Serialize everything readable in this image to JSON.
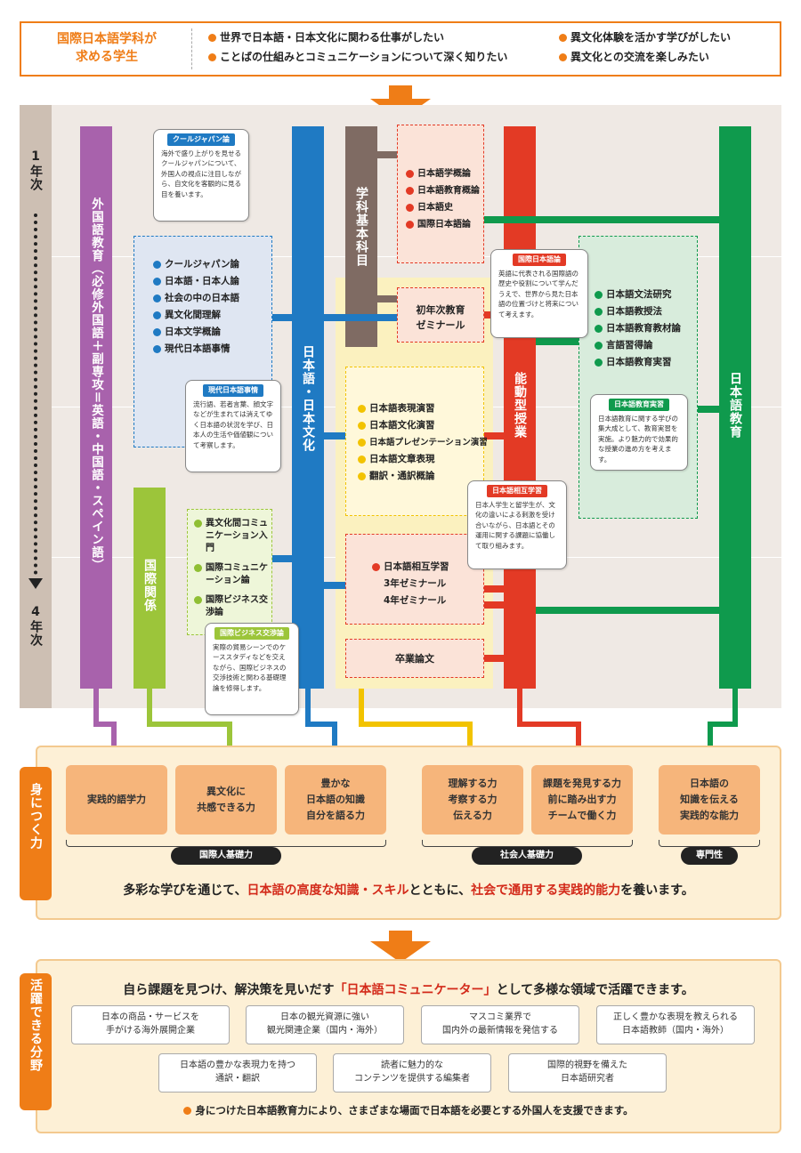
{
  "header": {
    "title": "国際日本語学科が\n求める学生",
    "items": [
      "世界で日本語・日本文化に関わる仕事がしたい",
      "異文化体験を活かす学びがしたい",
      "ことばの仕組みとコミュニケーションについて深く知りたい",
      "異文化との交流を楽しみたい"
    ]
  },
  "timeline": {
    "start": "1年次",
    "end": "4年次"
  },
  "columns": {
    "foreign_lang": "外国語教育（必修外国語＋副専攻＝英語・中国語・スペイン語）",
    "intl": "国際関係",
    "jp_culture": "日本語・日本文化",
    "basic": "学科基本科目",
    "active": "能動型授業",
    "jp_edu": "日本語教育"
  },
  "lists": {
    "culture": [
      "クールジャパン論",
      "日本語・日本人論",
      "社会の中の日本語",
      "異文化間理解",
      "日本文学概論",
      "現代日本語事情"
    ],
    "basic": [
      "日本語学概論",
      "日本語教育概論",
      "日本語史",
      "国際日本語論"
    ],
    "seminar1": "初年次教育\nゼミナール",
    "exercise": [
      "日本語表現演習",
      "日本語文化演習",
      "日本語プレゼンテーション演習",
      "日本語文章表現",
      "翻訳・通訳概論"
    ],
    "mutual": [
      "日本語相互学習",
      "3年ゼミナール",
      "4年ゼミナール"
    ],
    "thesis": "卒業論文",
    "intl": [
      "異文化間コミュニケーション入門",
      "国際コミュニケーション論",
      "国際ビジネス交渉論"
    ],
    "edu": [
      "日本語文法研究",
      "日本語教授法",
      "日本語教育教材論",
      "言語習得論",
      "日本語教育実習"
    ]
  },
  "callouts": {
    "cool": {
      "tag": "クールジャパン論",
      "text": "海外で盛り上がりを見せるクールジャパンについて、外国人の視点に注目しながら、自文化を客観的に見る目を養います。"
    },
    "modern": {
      "tag": "現代日本語事情",
      "text": "流行語、若者言葉、顔文字などが生まれては消えてゆく日本語の状況を学び、日本人の生活や価値観について考察します。"
    },
    "intljp": {
      "tag": "国際日本語論",
      "text": "英語に代表される国際語の歴史や役割について学んだうえで、世界から見た日本語の位置づけと将来について考えます。"
    },
    "practice": {
      "tag": "日本語教育実習",
      "text": "日本語教育に関する学びの集大成として、教育実習を実施。より魅力的で効果的な授業の進め方を考えます。"
    },
    "mutual": {
      "tag": "日本語相互学習",
      "text": "日本人学生と留学生が、文化の違いによる刺激を受け合いながら、日本語とその運用に関する課題に協働して取り組みます。"
    },
    "business": {
      "tag": "国際ビジネス交渉論",
      "text": "実際の貿易シーンでのケーススタディなどを交えながら、国際ビジネスの交渉技術と関わる基礎理論を修得します。"
    }
  },
  "skills": {
    "label": "身につく力",
    "items": [
      "実践的語学力",
      "異文化に\n共感できる力",
      "豊かな\n日本語の知識\n自分を語る力",
      "理解する力\n考察する力\n伝える力",
      "課題を発見する力\n前に踏み出す力\nチームで働く力",
      "日本語の\n知識を伝える\n実践的な能力"
    ],
    "groups": [
      "国際人基礎力",
      "社会人基礎力",
      "専門性"
    ],
    "summary_a": "多彩な学びを通じて、",
    "summary_b": "日本語の高度な知識・スキル",
    "summary_c": "とともに、",
    "summary_d": "社会で通用する実践的能力",
    "summary_e": "を養います。"
  },
  "careers": {
    "label": "活躍できる分野",
    "lead_a": "自ら課題を見つけ、解決策を見いだす",
    "lead_b": "「日本語コミュニケーター」",
    "lead_c": "として多様な領域で活躍できます。",
    "items": [
      "日本の商品・サービスを\n手がける海外展開企業",
      "日本の観光資源に強い\n観光関連企業（国内・海外）",
      "マスコミ業界で\n国内外の最新情報を発信する",
      "正しく豊かな表現を教えられる\n日本語教師（国内・海外）",
      "日本語の豊かな表現力を持つ\n通訳・翻訳",
      "読者に魅力的な\nコンテンツを提供する編集者",
      "国際的視野を備えた\n日本語研究者"
    ],
    "footer": "身につけた日本語教育力により、さまざまな場面で日本語を必要とする外国人を支援できます。"
  },
  "colors": {
    "orange": "#ef7d17",
    "purple": "#a862ac",
    "green_light": "#9cc53a",
    "blue": "#1f7ac3",
    "brown": "#7f6b63",
    "red": "#e33a25",
    "green": "#0f9a4d",
    "yellow": "#f2c300"
  }
}
